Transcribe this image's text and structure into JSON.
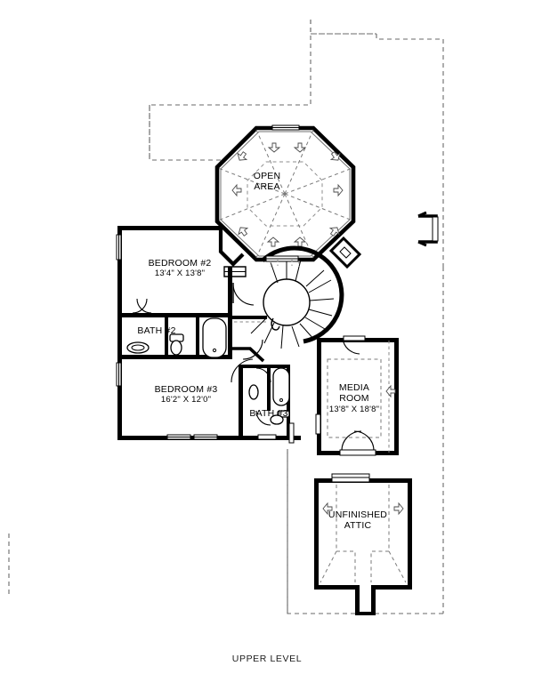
{
  "sheet": {
    "title": "UPPER LEVEL",
    "background_color": "#ffffff",
    "line_color": "#000000",
    "wall_color": "#000000",
    "dashed_color": "#555555"
  },
  "rooms": [
    {
      "id": "open-area",
      "name_lines": [
        "OPEN",
        "AREA"
      ],
      "name": "OPEN AREA",
      "dimensions": "",
      "shape": "octagon"
    },
    {
      "id": "bedroom-2",
      "name_lines": [
        "BEDROOM #2"
      ],
      "name": "BEDROOM #2",
      "dimensions": "13'4\" X 13'8\"",
      "shape": "rectangle"
    },
    {
      "id": "bath-2",
      "name_lines": [
        "BATH #2"
      ],
      "name": "BATH #2",
      "dimensions": "",
      "shape": "rectangle"
    },
    {
      "id": "bedroom-3",
      "name_lines": [
        "BEDROOM #3"
      ],
      "name": "BEDROOM #3",
      "dimensions": "16'2\" X 12'0\"",
      "shape": "rectangle"
    },
    {
      "id": "bath-3",
      "name_lines": [
        "BATH #3"
      ],
      "name": "BATH #3",
      "dimensions": "",
      "shape": "rectangle"
    },
    {
      "id": "media-room",
      "name_lines": [
        "MEDIA",
        "ROOM"
      ],
      "name": "MEDIA ROOM",
      "dimensions": "13'8\" X 18'8\"",
      "shape": "rectangle"
    },
    {
      "id": "unfinished-attic",
      "name_lines": [
        "UNFINISHED",
        "ATTIC"
      ],
      "name": "UNFINISHED ATTIC",
      "dimensions": "",
      "shape": "rectangle"
    }
  ],
  "labels": {
    "open_area_line1": "OPEN",
    "open_area_line2": "AREA",
    "bedroom2_name": "BEDROOM #2",
    "bedroom2_dims": "13'4\" X 13'8\"",
    "bath2_name": "BATH #2",
    "bedroom3_name": "BEDROOM #3",
    "bedroom3_dims": "16'2\" X 12'0\"",
    "bath3_name": "BATH #3",
    "media_line1": "MEDIA",
    "media_line2": "ROOM",
    "media_dims": "13'8\" X 18'8\"",
    "attic_line1": "UNFINISHED",
    "attic_line2": "ATTIC"
  },
  "features": {
    "staircase": "curved-spiral-staircase",
    "fixtures": [
      "sink",
      "toilet",
      "bathtub",
      "sink",
      "toilet",
      "bathtub"
    ],
    "doors": 8,
    "windows": 9,
    "ceiling_arrows": 12
  }
}
